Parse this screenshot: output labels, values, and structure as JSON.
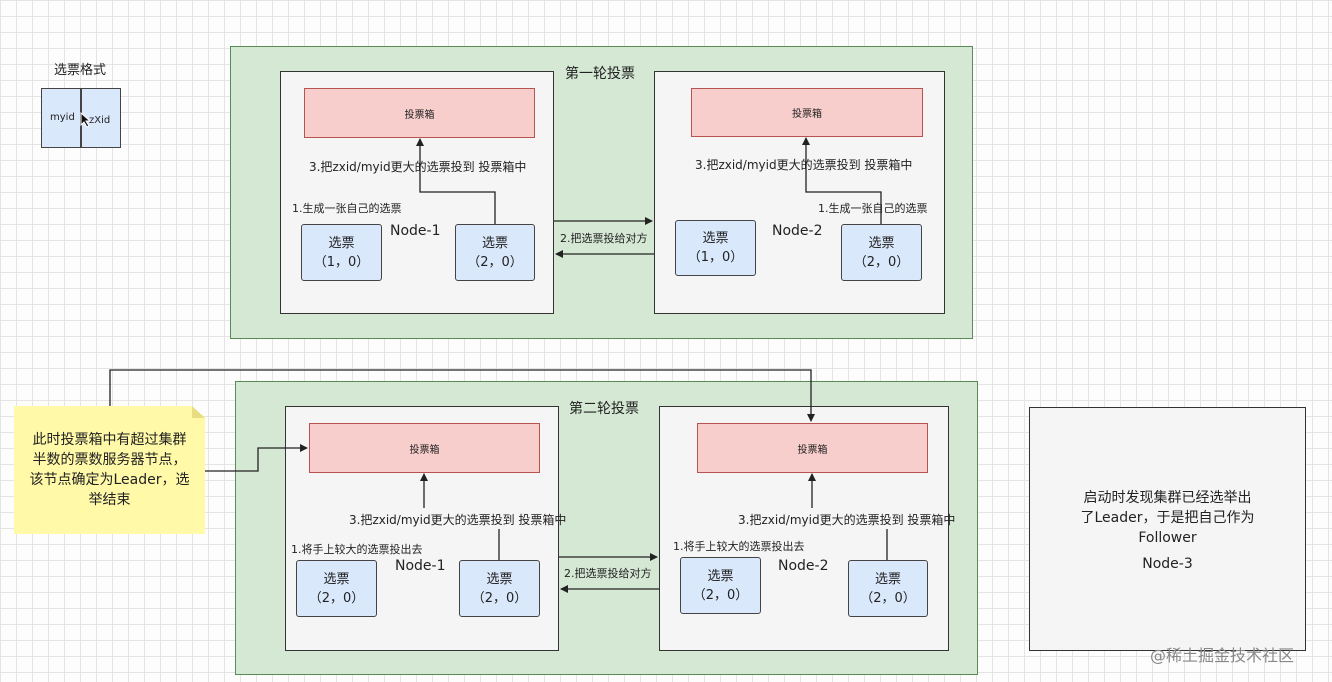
{
  "format": {
    "title": "选票格式",
    "left": "myid",
    "right": "zXid"
  },
  "round1": {
    "title": "第一轮投票",
    "exchange_label": "2.把选票投给对方",
    "node1": {
      "name": "Node-1",
      "ballot_box": "投票箱",
      "step3": "3.把zxid/myid更大的选票投到 投票箱中",
      "step1": "1.生成一张自己的选票",
      "vote_a": {
        "title": "选票",
        "value": "（1，0）"
      },
      "vote_b": {
        "title": "选票",
        "value": "（2，0）"
      }
    },
    "node2": {
      "name": "Node-2",
      "ballot_box": "投票箱",
      "step3": "3.把zxid/myid更大的选票投到 投票箱中",
      "step1": "1.生成一张自己的选票",
      "vote_a": {
        "title": "选票",
        "value": "（1，0）"
      },
      "vote_b": {
        "title": "选票",
        "value": "（2，0）"
      }
    }
  },
  "round2": {
    "title": "第二轮投票",
    "exchange_label": "2.把选票投给对方",
    "node1": {
      "name": "Node-1",
      "ballot_box": "投票箱",
      "step3": "3.把zxid/myid更大的选票投到 投票箱中",
      "step1": "1.将手上较大的选票投出去",
      "vote_a": {
        "title": "选票",
        "value": "（2，0）"
      },
      "vote_b": {
        "title": "选票",
        "value": "（2，0）"
      }
    },
    "node2": {
      "name": "Node-2",
      "ballot_box": "投票箱",
      "step3": "3.把zxid/myid更大的选票投到 投票箱中",
      "step1": "1.将手上较大的选票投出去",
      "vote_a": {
        "title": "选票",
        "value": "（2，0）"
      },
      "vote_b": {
        "title": "选票",
        "value": "（2，0）"
      }
    }
  },
  "note": {
    "lines": [
      "此时投票箱中有超过集群",
      "半数的票数服务器节点，",
      "该节点确定为Leader，选",
      "举结束"
    ]
  },
  "node3": {
    "lines": [
      "启动时发现集群已经选举出",
      "了Leader，于是把自己作为",
      "Follower"
    ],
    "name": "Node-3"
  },
  "watermark": "@稀土掘金技术社区",
  "colors": {
    "round_bg": "#d5e8d4",
    "node_bg": "#f5f5f5",
    "ballot_box_bg": "#f8cecc",
    "vote_bg": "#dae8fc",
    "note_bg": "#fff9a8"
  }
}
